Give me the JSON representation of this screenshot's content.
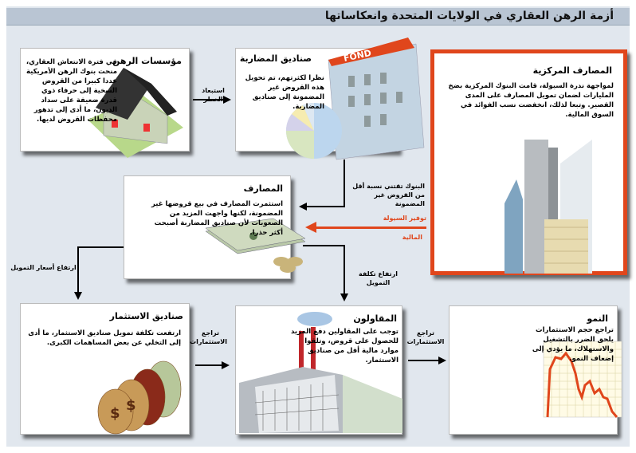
{
  "title": "أزمة الرهن العقاري في الولايات المتحدة وانعكاساتها",
  "mortgage": {
    "heading": "مؤسسات الرهن",
    "text": "في فترة الانتعاش العقاري، منحت بنوك الرهن الأمريكية عددا كبيرا من القروض السخية إلى حرفاء ذوي قدرة ضعيفة على سداد الديون، ما أدى إلى تدهور محفظات القروض لديها."
  },
  "hedge_funds": {
    "heading": "صناديق المضاربة",
    "text": "نظرا لكثرتهم، تم تحويل هذه القروض غير المضمونة إلى صناديق المضاربة.",
    "building_sign": "FOND"
  },
  "central_banks": {
    "heading": "المصارف المركزية",
    "text": "لمواجهة ندرة السيولة، قامت البنوك المركزية بضخ المليارات لضمان تمويل المصارف على المدى القصير. وتبعا لذلك، انخفضت نسب الفوائد في السوق المالية."
  },
  "banks": {
    "heading": "المصارف",
    "text": "استثمرت المصارف في بيع قروضها غير المضمونة، لكنها واجهت المزيد من الصعوبات لأن صناديق المضاربة أصبحت أكثر حذرا."
  },
  "investment_funds": {
    "heading": "صناديق الاستثمار",
    "text": "ارتفعت تكلفة تمويل صناديق الاستثمار، ما أدى إلى التخلي عن بعض المساهمات الكبرى."
  },
  "contractors": {
    "heading": "المقاولون",
    "text": "توجب على المقاولين دفع المزيد للحصول على قروض، وتلقوا موارد مالية أقل من صناديق الاستثمار."
  },
  "growth": {
    "heading": "النمو",
    "text": "تراجع حجم الاستثمارات يلحق الضرر بالتشغيل والاستهلاك، ما يؤدي إلى إضعاف النمو."
  },
  "arrows": {
    "risk_exclusion": "استبعاد الخطر",
    "banks_keep": "البنوك تقتني نسبة أقل من القروض غير المضمونة",
    "liquidity_1": "توفير السيولة",
    "liquidity_2": "المالية",
    "rates_rise": "ارتفاع أسعار التمويل",
    "cost_rise": "ارتفاع تكلفة التمويل",
    "invest_decline_1": "تراجع الاستثمارات",
    "invest_decline_2": "تراجع الاستثمارات"
  },
  "colors": {
    "accent": "#e0461c",
    "background": "#e1e7ee"
  }
}
